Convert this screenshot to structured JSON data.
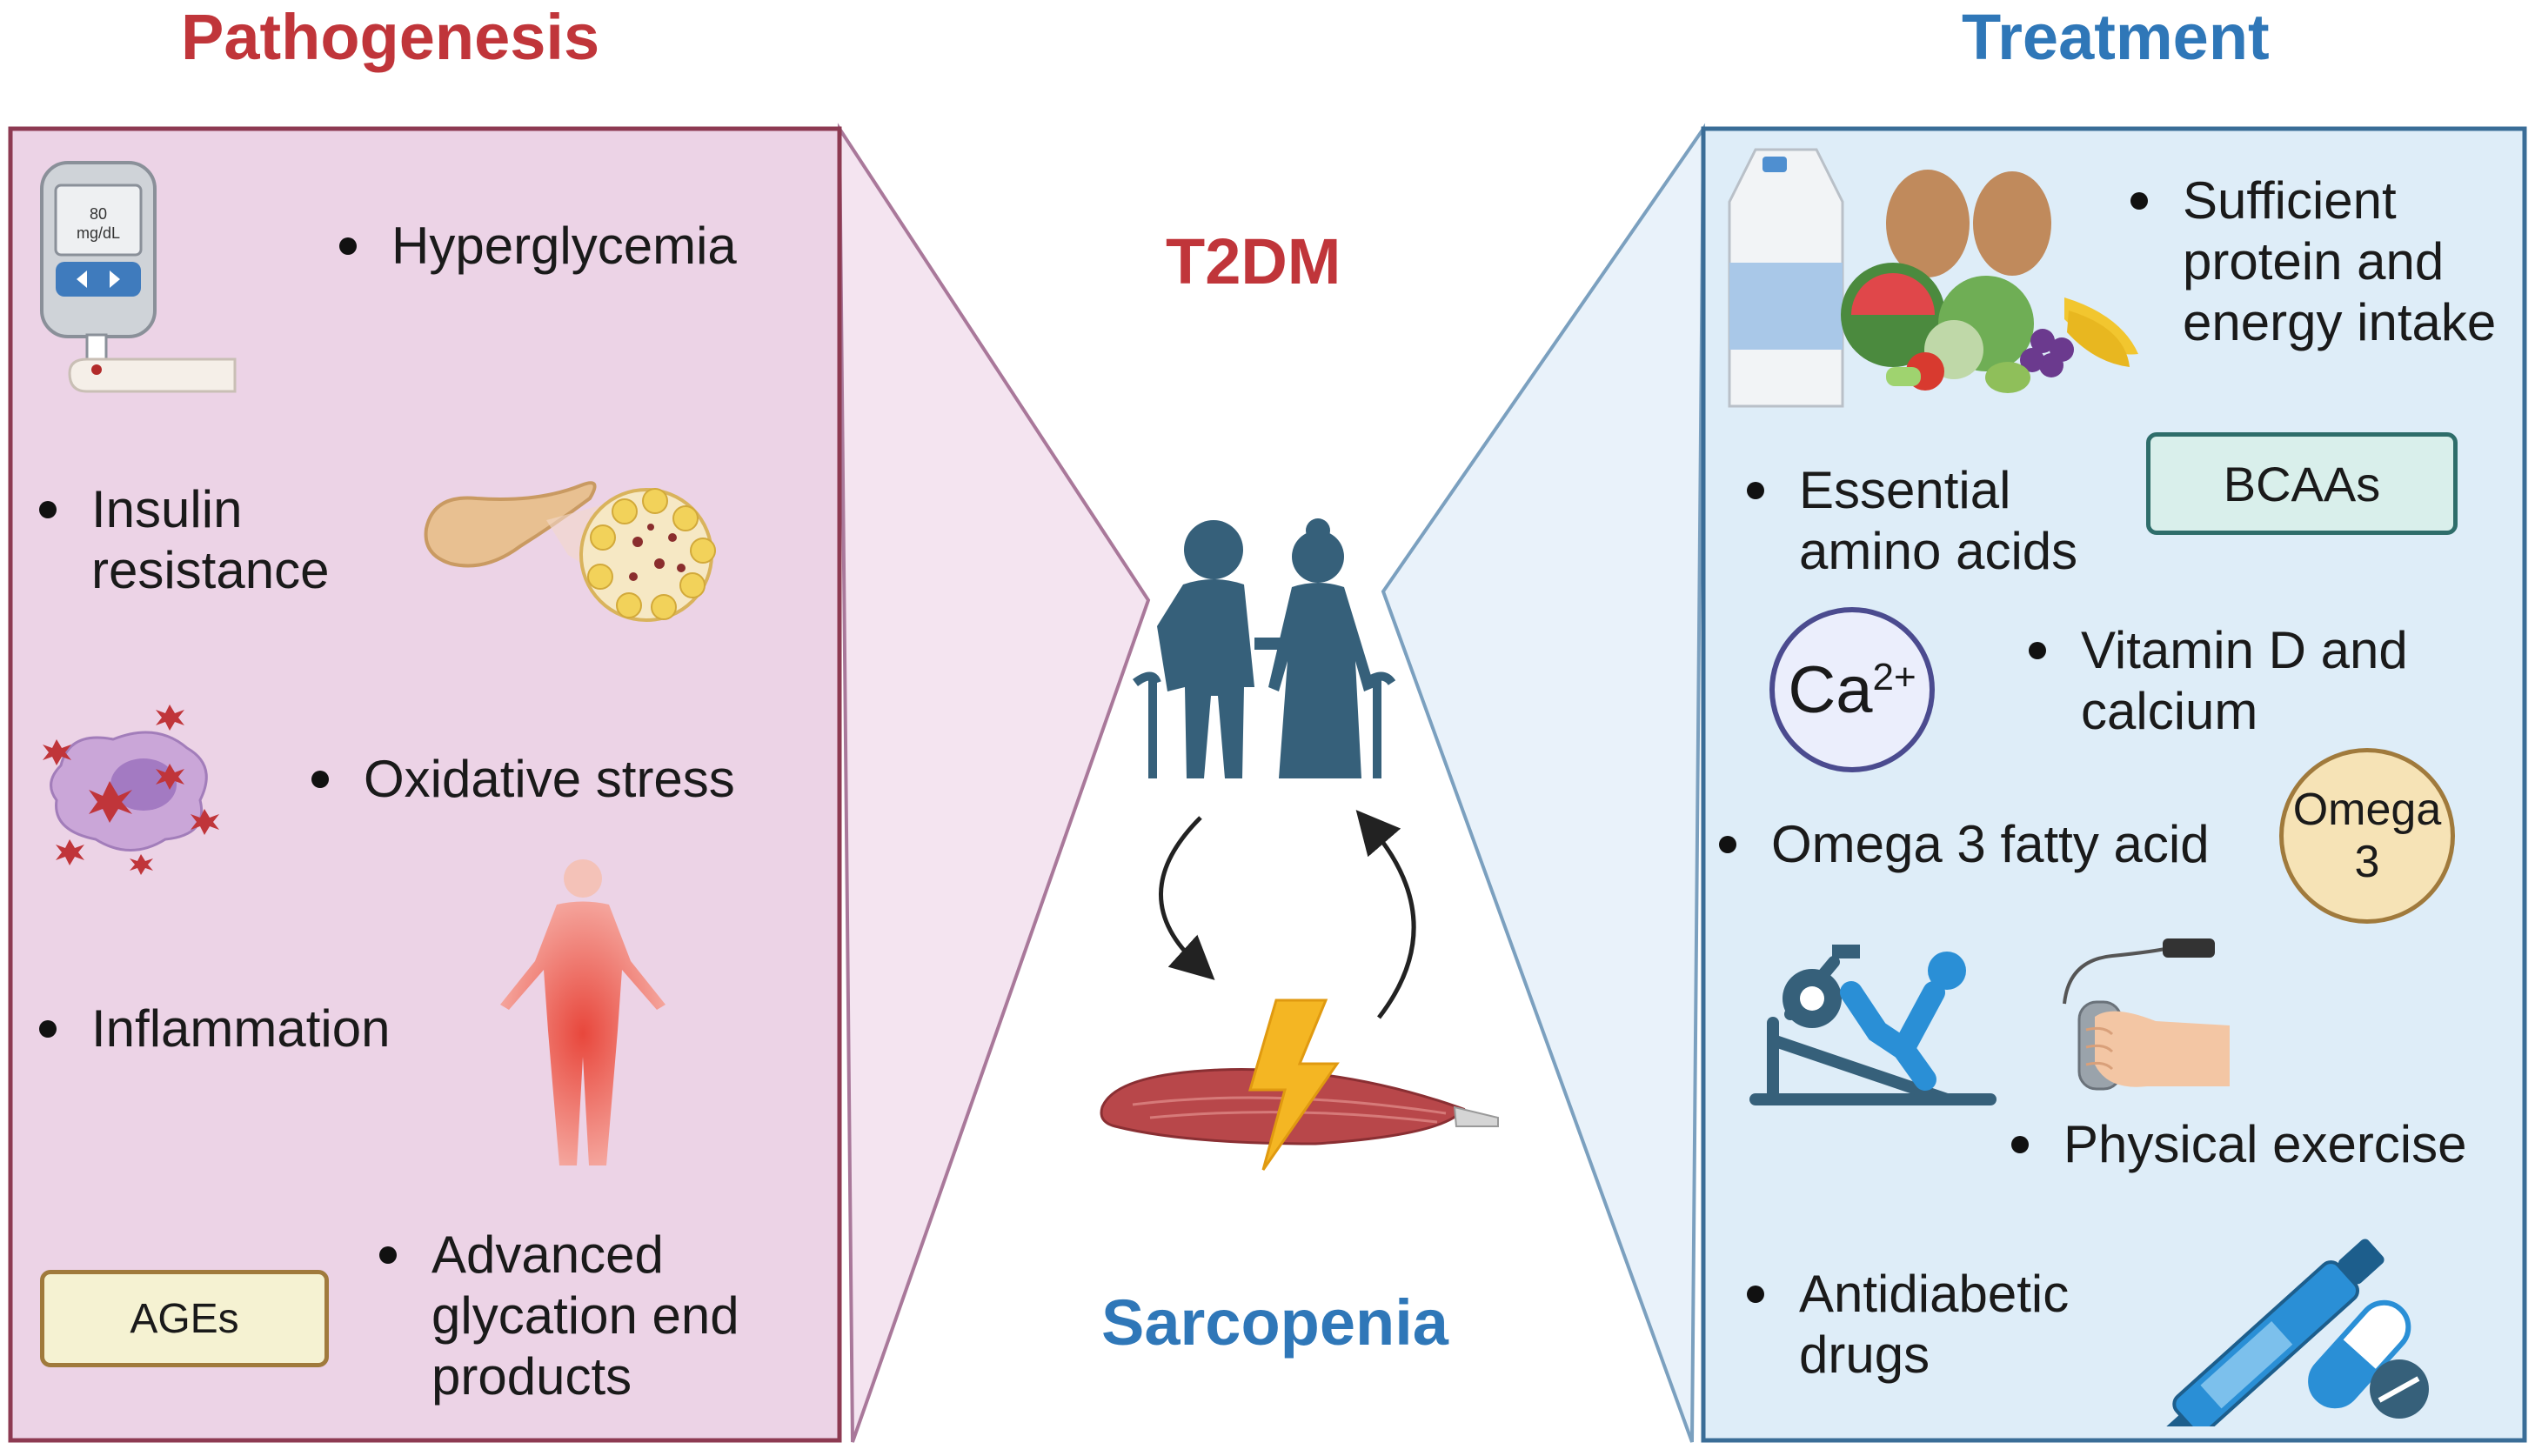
{
  "title": "T2DM",
  "bottom_title": "Sarcopenia",
  "colors": {
    "red": "#c0353a",
    "blue": "#2f77b8",
    "left_panel": "#ecd3e6",
    "right_panel": "#deedf8",
    "figure": "#36607a",
    "muscle": "#b8474a",
    "bolt": "#f4b623"
  },
  "pathogenesis": {
    "heading": "Pathogenesis",
    "items": [
      {
        "label": "Hyperglycemia",
        "icon": "glucometer-icon"
      },
      {
        "label": "Insulin\nresistance",
        "icon": "pancreas-icon"
      },
      {
        "label": "Oxidative stress",
        "icon": "reactive-oxygen-cell-icon"
      },
      {
        "label": "Inflammation",
        "icon": "inflamed-body-icon"
      },
      {
        "label": "Advanced\nglycation end\nproducts",
        "icon": "ages-box"
      }
    ],
    "meter_value": "80",
    "meter_unit": "mg/dL",
    "ages_label": "AGEs"
  },
  "treatment": {
    "heading": "Treatment",
    "items": [
      {
        "label": "Sufficient\nprotein and\nenergy intake",
        "icon": "food-icon"
      },
      {
        "label": "Essential\namino acids",
        "icon": "bcaa-box"
      },
      {
        "label": "Vitamin D and\ncalcium",
        "icon": "calcium-icon"
      },
      {
        "label": "Omega 3 fatty acid",
        "icon": "omega3-icon"
      },
      {
        "label": "Physical exercise",
        "icon": "exercise-machine-icon"
      },
      {
        "label": " Antidiabetic\ndrugs",
        "icon": "insulin-pen-icon"
      }
    ],
    "bcaa_label": "BCAAs",
    "ca_symbol": "Ca",
    "ca_charge": "2+",
    "omega_label": "Omega\n3"
  }
}
